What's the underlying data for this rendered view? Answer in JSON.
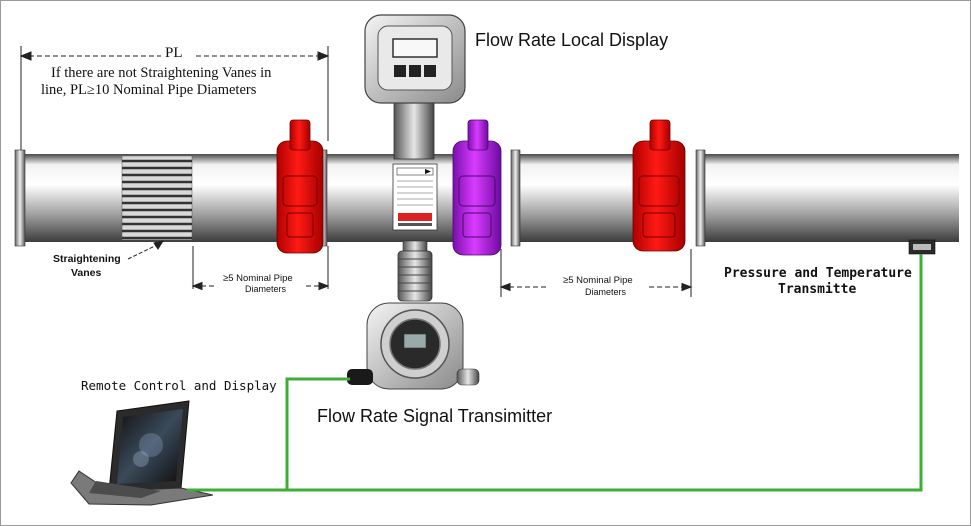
{
  "labels": {
    "pl": "PL",
    "pl_note_line1": "If there are not Straightening Vanes in",
    "pl_note_line2": "line, PL≥10 Nominal Pipe Diameters",
    "local_display": "Flow Rate Local Display",
    "straightening_line1": "Straightening",
    "straightening_line2": "Vanes",
    "nominal_left_line1": "≥5 Nominal Pipe",
    "nominal_left_line2": "Diameters",
    "nominal_right_line1": "≥5 Nominal Pipe",
    "nominal_right_line2": "Diameters",
    "pt_line1": "Pressure and Temperature",
    "pt_line2": "Transmitte",
    "remote": "Remote Control and Display",
    "signal_transmitter": "Flow Rate Signal Transimitter"
  },
  "colors": {
    "flange_red": "#e8120f",
    "flange_purple": "#b21ee0",
    "cable_green": "#3fae37",
    "pipe_gray": "#9a9a9a"
  }
}
